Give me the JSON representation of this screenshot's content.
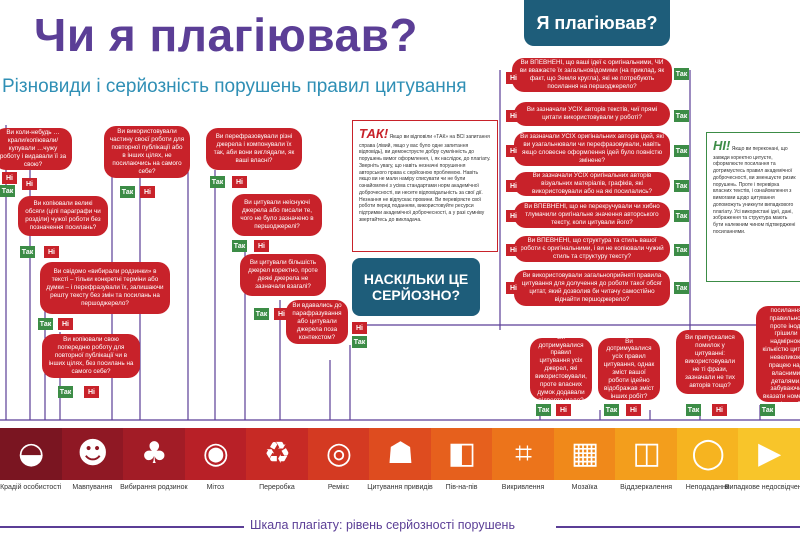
{
  "title": "Чи я плагіював?",
  "subtitle": "Різновиди і серйозність порушень правил цитування",
  "right_tab": "Я плагіював?",
  "serious_box": "НАСКІЛЬКИ ЦЕ СЕРЙОЗНО?",
  "yes": "Так",
  "no": "Ні",
  "scale_title": "Шкала плагіату: рівень серйозності порушень",
  "colors": {
    "purple": "#5b3e96",
    "red": "#c8222a",
    "green": "#3c8c46",
    "teal": "#1e5d7a"
  },
  "questions_left": [
    "Ви коли-небудь …крали/копіювали/купували …чужу роботу і видавали її за свою?",
    "Ви копіювали великі обсяги (цілі параграфи чи розділи) чужої роботи без позначення посилань?",
    "Ви свідомо «вибирали родзинки» в тексті – тільки конкретні терміни або думки – і перефразували їх, залишаючи решту тексту без змін та посилань на першоджерело?",
    "Ви копіювали свою попередню роботу для повторної публікації чи в інших цілях, без посилань на самого себе?",
    "Ви використовували частину своєї роботи для повторної публікації або в інших цілях, не посилаючись на самого себе?",
    "Ви перефразовували різні джерела і компонували їх так, аби вони виглядали, як ваші власні?",
    "Ви цитували неіснуючі джерела або писали те, чого не було зазначено в першоджерелі?",
    "Ви цитували більшість джерел коректно, проте деякі джерела не зазначали взагалі?",
    "Ви вдавались до парафразування або цитували джерела поза контекстом?"
  ],
  "questions_right": [
    "Ви ВПЕВНЕНІ, що ваші ідеї є оригінальними, ЧИ ви вважаєте їх загальновідомими (на приклад, як факт, що Земля кругла), які не потребують посилання на першоджерело?",
    "Ви зазначали УСІХ авторів текстів, чиї прямі цитати використовували у роботі?",
    "Ви зазначали УСІХ оригінальних авторів ідей, які ви узагальнювали чи перефразовували, навіть якщо словесне оформлення ідей було повністю змінене?",
    "Ви зазначали УСІХ оригінальних авторів візуальних матеріалів, графіків, які використовували або на які посилались?",
    "Ви ВПЕВНЕНІ, що не перекручували чи хибно тлумачили оригінальне значення авторського тексту, коли цитували його?",
    "Ви ВПЕВНЕНІ, що структура та стиль вашої роботи є оригінальними, і ви не копіювали чужий стиль та структуру тексту?",
    "Ви використовували загальноприйняті правила цитування для долучення до роботи такої обсяг цитат, який дозволив би читачу самостійно віднайти першоджерело?"
  ],
  "questions_bottom": [
    "Ви дотримувалися правил цитування усіх джерел, які використовували, проте власних думок додавали відверто мало?",
    "Ви дотримувалися усіх правил цитування, однак зміст вашої роботи ідейно відображав зміст інших робіт?",
    "Ви припускалися помилок у цитуванні: використовували не ті фрази, зазначали не тих авторів тощо?",
    "Ви оформлювали посилання правильно, проте іноді грішили надмірною кількістю цитат і невеликою працею над власними деталями, забуваючи вказати номери сторінок або назву видання?"
  ],
  "note_tak": {
    "lead": "ТАК!",
    "text": "Якщо ви відповіли «ТАК» на ВСІ запитання справа (лівий, якщо у вас було одне запитання відповідь), ви демонструєте добру сумлінність до порушень вимог оформлення, і, як наслідок, до плагіату. Зверніть увагу, що навіть незначні порушення авторського права є серйозною проблемою. Навіть якщо ви не мали наміру списувати чи не були ознайомлені з усіма стандартами норм академічної доброчесності, ви несете відповідальність за свої дії. Незнання не відпускає провини. Ви перевіряєте свої роботи перед поданням, використовуйте ресурси підтримки академічної доброчесності, а у разі сумніву звертайтесь до викладача."
  },
  "note_ni": {
    "lead": "НІ!",
    "text": "Якщо ви переконані, що завжди коректно цитуєте, оформлюєте посилання та дотримуєтесь правил академічної доброчесності, ви зменшуєте ризик порушень. Проте і перевірка власних текстів, і ознайомлення з вимогами щодо цитування допоможуть уникнути випадкового плагіату. Усі використані ідеї, дані, зображення та структура мають бути належним чином підтверджені посиланнями."
  },
  "scale_labels": [
    "Крадій особистості",
    "Мавпування",
    "Вибирання родзинок",
    "Мітоз",
    "Переробка",
    "Ремікс",
    "Цитування привидів",
    "Пів-на-пів",
    "Викривлення",
    "Мозаїка",
    "Віддзеркалення",
    "Неподадання",
    "Випадкове недосвідченість"
  ],
  "scale_colors": [
    "#7a1521",
    "#8f1824",
    "#a21c26",
    "#b82027",
    "#c72a25",
    "#d43a22",
    "#de4c1f",
    "#e6601d",
    "#ec741b",
    "#f0891a",
    "#f39e1c",
    "#f6b420",
    "#f8c52a"
  ],
  "scale_icons": [
    "mask-icon",
    "monkey-icon",
    "cherry-icon",
    "eye-mask-icon",
    "recycle-icon",
    "disc-icon",
    "ghost-icon",
    "half-icon",
    "scramble-icon",
    "mosaic-icon",
    "mirror-icon",
    "circle-icon",
    "arrow-icon"
  ]
}
